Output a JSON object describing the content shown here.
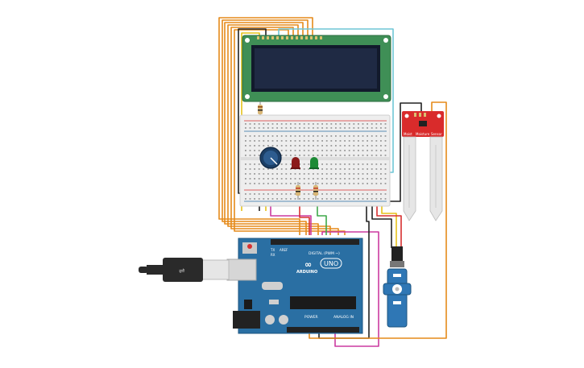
{
  "colors": {
    "lcd_board": "#3f8f56",
    "lcd_screen": "#1f2a44",
    "arduino": "#2a6fa3",
    "soil_sensor": "#d92b2b",
    "breadboard": "#eeeeee",
    "wire_orange": "#e58a1a",
    "wire_black": "#222222",
    "wire_cyan": "#6fc6d6",
    "wire_magenta": "#cc3aa0",
    "wire_yellow": "#e6c21a",
    "wire_red": "#d73030",
    "wire_green": "#3ea84a",
    "led_red": "#8b1a1a",
    "led_green": "#1c8a35",
    "servo": "#2f77b5"
  },
  "arduino": {
    "logo": "ARDUINO",
    "model": "UNO",
    "digital_label": "DIGITAL (PWM ~)",
    "power_label": "POWER",
    "analog_label": "ANALOG IN",
    "tx_label": "TX",
    "rx_label": "RX",
    "aref_label": "AREF"
  },
  "sensor": {
    "left_label": "Moist",
    "mid_label": "Moisture",
    "right_label": "Sensor"
  },
  "icons": {
    "usb": "usb-cable-icon"
  }
}
